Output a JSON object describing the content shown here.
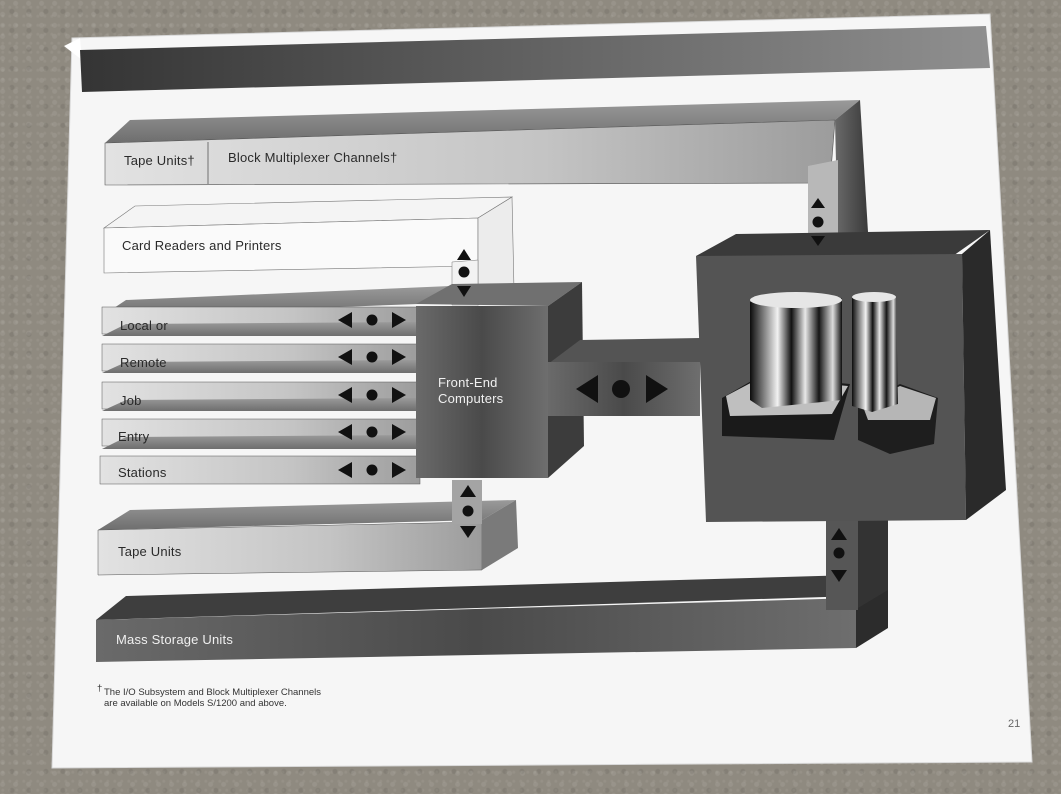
{
  "labels": {
    "tape_units_top": "Tape Units†",
    "block_multiplexer": "Block Multiplexer Channels†",
    "card_readers": "Card Readers and Printers",
    "rje_lines": [
      "Local or",
      "Remote",
      "Job",
      "Entry",
      "Stations"
    ],
    "front_end": [
      "Front-End",
      "Computers"
    ],
    "tape_units_bottom": "Tape Units",
    "mass_storage": "Mass Storage Units"
  },
  "footnote": {
    "mark": "†",
    "line1": "The I/O Subsystem and Block Multiplexer Channels",
    "line2": "are available on Models S/1200 and above."
  },
  "page_number": "21"
}
